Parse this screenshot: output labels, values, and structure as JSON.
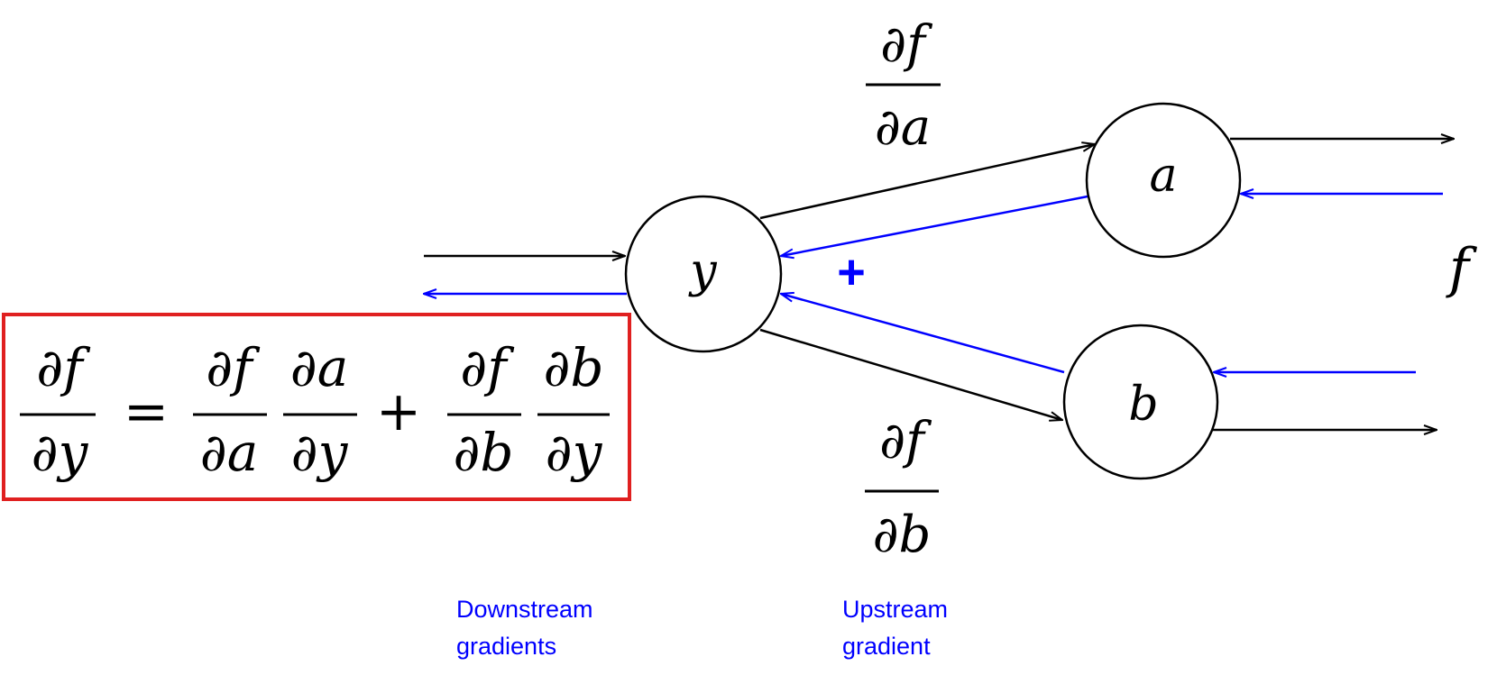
{
  "nodes": {
    "y": "y",
    "a": "a",
    "b": "b",
    "f": "f"
  },
  "labels": {
    "upper_edge": {
      "numerator": "∂f",
      "denominator": "∂a"
    },
    "lower_edge": {
      "numerator": "∂f",
      "denominator": "∂b"
    },
    "plus": "+"
  },
  "equation": {
    "lhs": {
      "numerator": "∂f",
      "denominator": "∂y"
    },
    "equals": "=",
    "term1": [
      {
        "numerator": "∂f",
        "denominator": "∂a"
      },
      {
        "numerator": "∂a",
        "denominator": "∂y"
      }
    ],
    "plus": "+",
    "term2": [
      {
        "numerator": "∂f",
        "denominator": "∂b"
      },
      {
        "numerator": "∂b",
        "denominator": "∂y"
      }
    ]
  },
  "captions": {
    "downstream": [
      "Downstream",
      "gradients"
    ],
    "upstream": [
      "Upstream",
      "gradient"
    ]
  },
  "colors": {
    "forward": "#000000",
    "backward": "#0000ff",
    "equation_box": "#e02020"
  }
}
